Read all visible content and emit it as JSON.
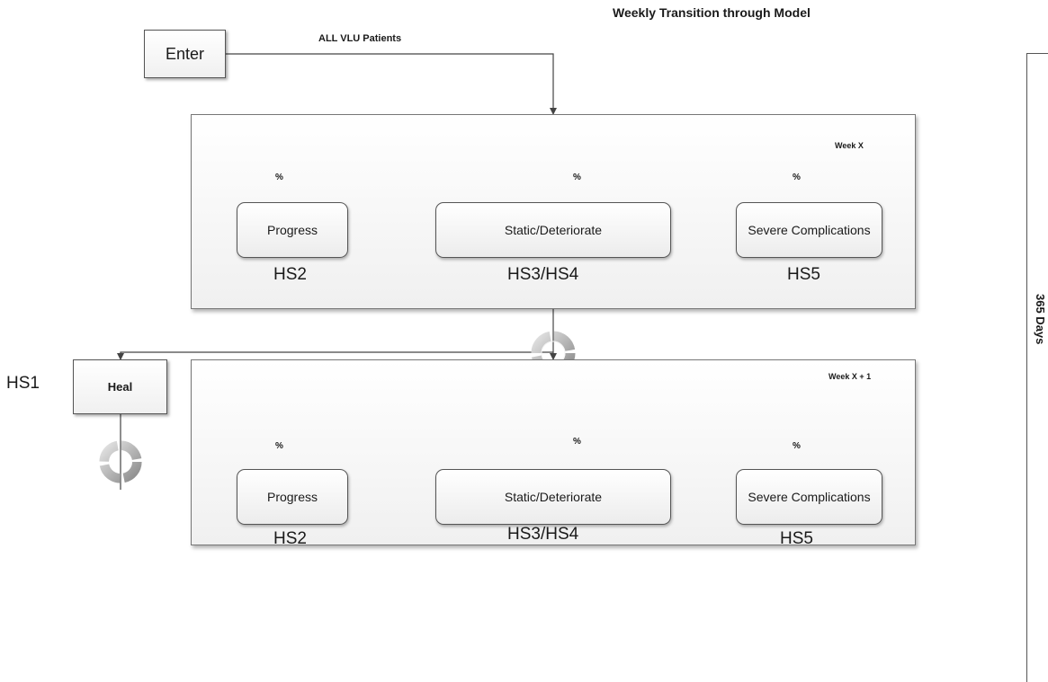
{
  "title": "Weekly Transition through Model",
  "entry": {
    "label": "Enter",
    "flow_label": "ALL VLU Patients"
  },
  "weeks": [
    {
      "label": "Week X",
      "states": [
        {
          "label": "Progress",
          "hs": "HS2",
          "pct": "%"
        },
        {
          "label": "Static/Deteriorate",
          "hs": "HS3/HS4",
          "pct": "%"
        },
        {
          "label": "Severe Complications",
          "hs": "HS5",
          "pct": "%"
        }
      ]
    },
    {
      "label": "Week X + 1",
      "states": [
        {
          "label": "Progress",
          "hs": "HS2",
          "pct": "%"
        },
        {
          "label": "Static/Deteriorate",
          "hs": "HS3/HS4",
          "pct": "%"
        },
        {
          "label": "Severe Complications",
          "hs": "HS5",
          "pct": "%"
        }
      ]
    }
  ],
  "heal": {
    "label": "Heal",
    "hs": "HS1"
  },
  "duration_label": "365 Days",
  "cycle_icon": "cycle-icon"
}
